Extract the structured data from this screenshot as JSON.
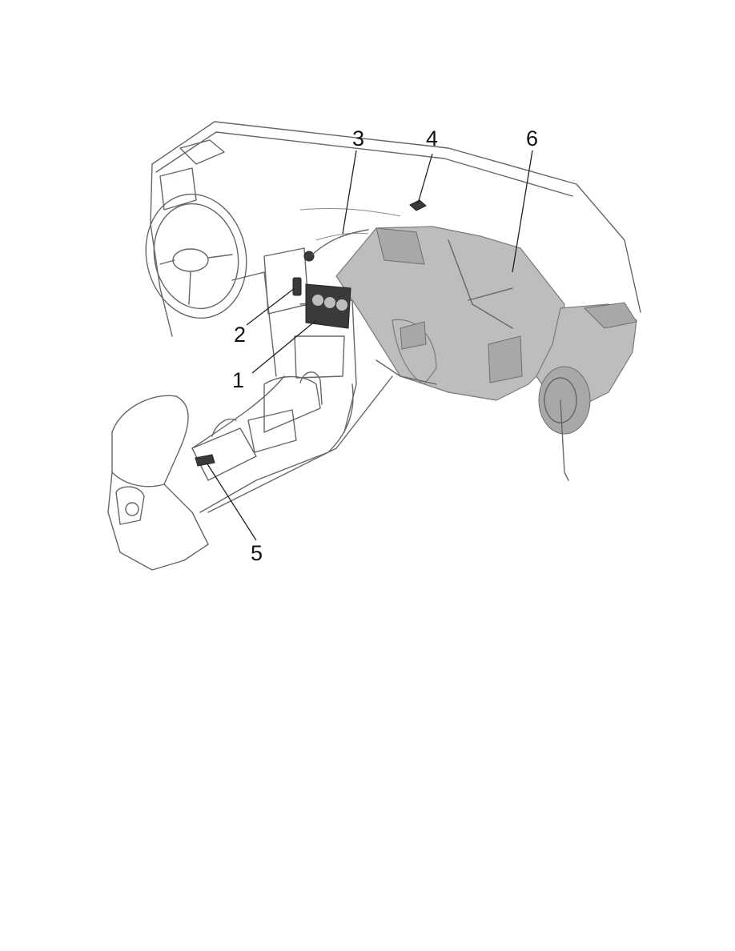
{
  "callouts": [
    {
      "id": "1",
      "text": "1"
    },
    {
      "id": "2",
      "text": "2"
    },
    {
      "id": "3",
      "text": "3"
    },
    {
      "id": "4",
      "text": "4"
    },
    {
      "id": "5",
      "text": "5"
    },
    {
      "id": "6",
      "text": "6"
    }
  ],
  "colors": {
    "line": "#666666",
    "shaded_assembly": "#bdbdbd",
    "component": "#3a3a3a",
    "text": "#111111"
  }
}
